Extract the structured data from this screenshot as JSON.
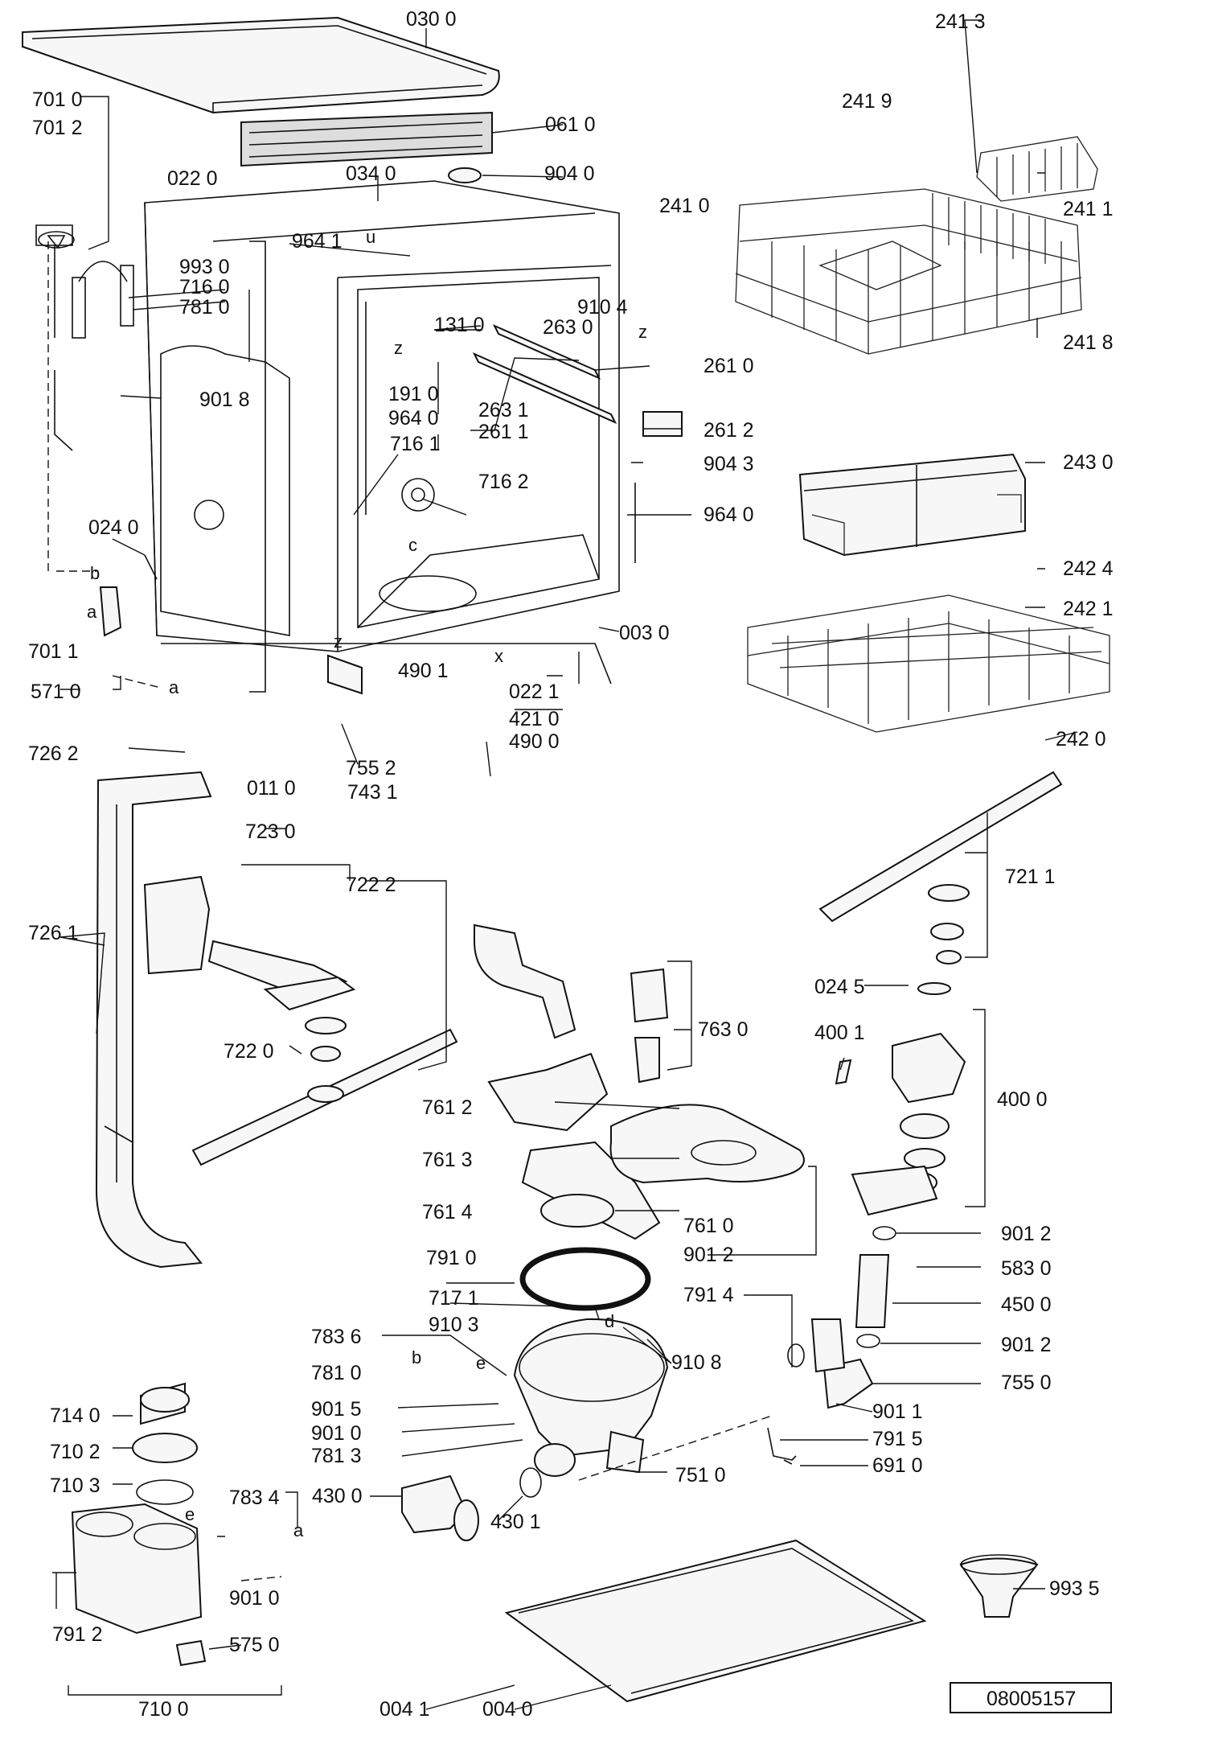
{
  "diagram": {
    "document_number": "08005157",
    "labels": {
      "p0300": "030 0",
      "p0610": "061 0",
      "p9040": "904 0",
      "p0340": "034 0",
      "p0220": "022 0",
      "p7010": "701 0",
      "p7012": "701 2",
      "p9641": "964 1",
      "p9930": "993 0",
      "p7160": "716 0",
      "p7810a": "781 0",
      "p9104": "910 4",
      "p1310": "131 0",
      "p2630": "263 0",
      "p2610": "261 0",
      "p9018": "901 8",
      "p1910": "191 0",
      "p2631": "263 1",
      "p9640a": "964 0",
      "p2611": "261 1",
      "p2612": "261 2",
      "p9043": "904 3",
      "p7161": "716 1",
      "p7162": "716 2",
      "p9640b": "964 0",
      "p0240": "024 0",
      "p7011": "701 1",
      "p0030": "003 0",
      "p5710": "571 0",
      "p4901": "490 1",
      "p0221": "022 1",
      "p4210": "421 0",
      "p4900": "490 0",
      "p7262": "726 2",
      "p0110": "011 0",
      "p7552": "755 2",
      "p7431": "743 1",
      "p7230": "723 0",
      "p7222": "722 2",
      "p7261": "726 1",
      "p7220": "722 0",
      "p2413": "241 3",
      "p2419": "241 9",
      "p2410": "241 0",
      "p2411": "241 1",
      "p2418": "241 8",
      "p2430": "243 0",
      "p2424": "242 4",
      "p2421": "242 1",
      "p2420": "242 0",
      "p7211": "721 1",
      "p0245": "024 5",
      "p4001": "400 1",
      "p4000": "400 0",
      "p7630": "763 0",
      "p7612": "761 2",
      "p7613": "761 3",
      "p7614": "761 4",
      "p7610": "761 0",
      "p9012a": "901 2",
      "p9012b": "901 2",
      "p7910": "791 0",
      "p5830": "583 0",
      "p7914": "791 4",
      "p4500": "450 0",
      "p7171": "717 1",
      "p9103": "910 3",
      "p9012c": "901 2",
      "p7836": "783 6",
      "p9108": "910 8",
      "p7550": "755 0",
      "p7810b": "781 0",
      "p9015": "901 5",
      "p9011": "901 1",
      "p9010a": "901 0",
      "p7915": "791 5",
      "p7813": "781 3",
      "p6910": "691 0",
      "p7510": "751 0",
      "p7140": "714 0",
      "p7102": "710 2",
      "p7103": "710 3",
      "p7834": "783 4",
      "p4300": "430 0",
      "p4301": "430 1",
      "p9010b": "901 0",
      "p7912": "791 2",
      "p5750": "575 0",
      "p7100": "710 0",
      "p9935": "993 5",
      "p0041": "004 1",
      "p0040": "004 0"
    },
    "letters": {
      "u": "u",
      "z1": "z",
      "z2": "z",
      "z3": "z",
      "c": "c",
      "x": "x",
      "b1": "b",
      "a1": "a",
      "a2": "a",
      "a3": "a",
      "b2": "b",
      "e1": "e",
      "e2": "e",
      "d": "d"
    }
  }
}
